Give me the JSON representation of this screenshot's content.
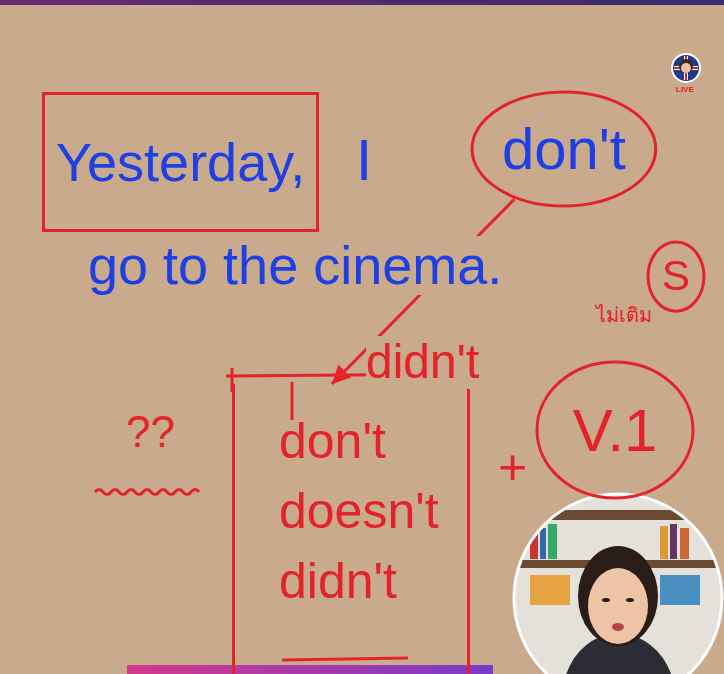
{
  "diagram": {
    "nodes": [
      {
        "text": [
          "Yesterday,"
        ]
      },
      {
        "text": [
          "don't"
        ]
      },
      {
        "text": [
          "S"
        ]
      },
      {
        "text": [
          "don't",
          "doesn't",
          "didn't"
        ]
      },
      {
        "text": [
          "V.1"
        ]
      }
    ],
    "edges": [
      {
        "from": 1,
        "to": 3,
        "arrow": "to"
      }
    ],
    "labels": [
      "I",
      "go to the cinema.",
      "didn't",
      "+",
      "??",
      "ไม่เติม",
      "LIVE"
    ]
  }
}
